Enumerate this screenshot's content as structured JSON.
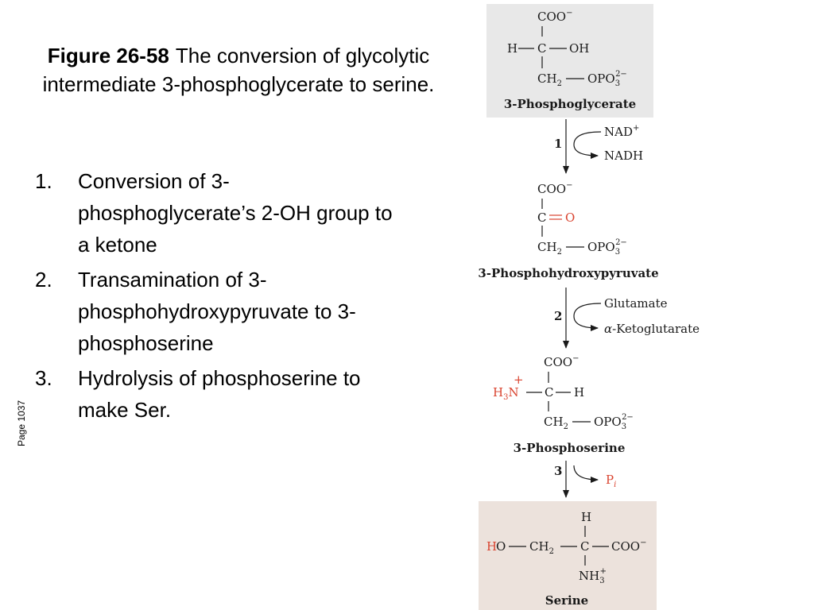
{
  "caption": {
    "figure_label": "Figure 26-58",
    "text": "The conversion of glycolytic intermediate 3-phosphoglycerate to serine."
  },
  "steps": [
    {
      "num": "1.",
      "text": "Conversion of 3-phosphoglycerate’s 2-OH group to a ketone"
    },
    {
      "num": "2.",
      "text": "Transamination of 3-phosphohydroxypyruvate to 3-phosphoserine"
    },
    {
      "num": "3.",
      "text": "Hydrolysis of phosphoserine to make Ser."
    }
  ],
  "page_note": "Page 1037",
  "pathway": {
    "compounds": [
      {
        "name": "3-Phosphoglycerate"
      },
      {
        "name": "3-Phosphohydroxypyruvate"
      },
      {
        "name": "3-Phosphoserine"
      },
      {
        "name": "Serine"
      }
    ],
    "reactions": [
      {
        "number": "1",
        "cofactor_in": "NAD",
        "cofactor_out": "NADH"
      },
      {
        "number": "2",
        "cofactor_in": "Glutamate",
        "cofactor_out": "-Ketoglutarate"
      },
      {
        "number": "3",
        "product": "P"
      }
    ]
  },
  "colors": {
    "box_gray": "#e8e8e8",
    "box_tan": "#ece2dc",
    "accent_red": "#d9432f"
  }
}
